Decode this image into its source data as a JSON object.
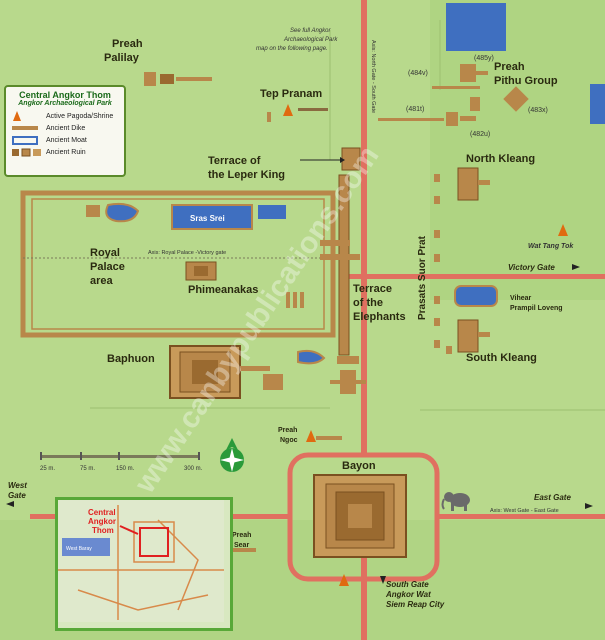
{
  "labels": {
    "preah_palilay": [
      "Preah",
      "Palilay"
    ],
    "tep_pranam": "Tep Pranam",
    "terrace_leper": [
      "Terrace of",
      "the Leper King"
    ],
    "sras_srei": "Sras Srei",
    "royal_palace": [
      "Royal",
      "Palace",
      "area"
    ],
    "phimeanakas": "Phimeanakas",
    "terrace_elephants": [
      "Terrace",
      "of the",
      "Elephants"
    ],
    "baphuon": "Baphuon",
    "preah_pithu": [
      "Preah",
      "Pithu Group"
    ],
    "north_kleang": "North Kleang",
    "south_kleang": "South Kleang",
    "prasats_suor_prat": "Prasats Suor Prat",
    "vihear": [
      "Vihear",
      "Prampil Loveng"
    ],
    "wat_tang_tok": "Wat Tang Tok",
    "victory_gate": "Victory Gate",
    "preah_ngoc": [
      "Preah",
      "Ngoc"
    ],
    "bayon": "Bayon",
    "west_gate": [
      "West",
      "Gate"
    ],
    "east_gate": "East Gate",
    "preah_sear": [
      "Preah",
      "Sear"
    ],
    "south_gate": [
      "South Gate",
      "Angkor Wat",
      "Siem Reap City"
    ],
    "see_full": [
      "See full Angkor",
      "Archaeological Park",
      "map on the following page."
    ],
    "axis_royal": "Axis: Royal Palace -Victory gate",
    "axis_north": "Axis: North Gate - South Gate",
    "axis_west": "Axis: West Gate - East Gate",
    "code_485y": "(485y)",
    "code_484v": "(484v)",
    "code_481t": "(481t)",
    "code_482u": "(482u)",
    "code_483x": "(483x)"
  },
  "scale": {
    "marks": [
      "25 m.",
      "75 m.",
      "150 m.",
      "300 m."
    ]
  },
  "legend": {
    "title": "Central Angkor Thom",
    "subtitle": "Angkor Archaeological Park",
    "items": [
      "Active Pagoda/Shrine",
      "Ancient Dike",
      "Ancient Moat",
      "Ancient Ruin"
    ]
  },
  "inset": {
    "label": [
      "Central",
      "Angkor",
      "Thom"
    ],
    "tag": "West Baray"
  },
  "watermark": "www.canbypublications.com",
  "colors": {
    "background": "#b8d98c",
    "road": "#e07060",
    "ruin": "#b8874a",
    "moat": "#3f6fc0",
    "compass": "#2a9a3a"
  }
}
